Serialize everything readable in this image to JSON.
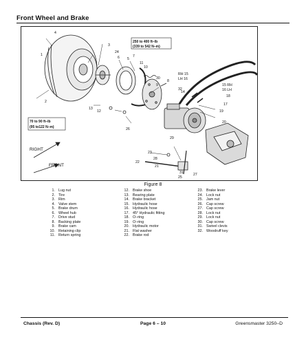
{
  "header": {
    "title": "Front Wheel and Brake"
  },
  "figure": {
    "caption": "Figure 8",
    "torque_top_1": "250 to 400 ft–lb",
    "torque_top_2": "(339 to 542 N–m)",
    "torque_left_1": "70 to 90 ft–lb",
    "torque_left_2": "(95 to122 N–m)",
    "direction_right": "RIGHT",
    "direction_front": "FRONT",
    "callouts": {
      "c1": "1",
      "c2": "2",
      "c3": "3",
      "c4": "4",
      "c5": "5",
      "c6": "6",
      "c7": "7",
      "c8": "8",
      "c9": "9",
      "c10": "10",
      "c11": "11",
      "c12": "12",
      "c13": "13",
      "c14": "14",
      "c15rh": "RH 15",
      "c16lh": "LH 16",
      "c15rh_b": "15 RH",
      "c16lh_b": "16 LH",
      "c17": "17",
      "c18": "18",
      "c19": "19",
      "c20": "20",
      "c21": "21",
      "c22": "22",
      "c23": "23",
      "c24": "24",
      "c25": "25",
      "c26": "26",
      "c27": "27",
      "c28": "28",
      "c29": "29",
      "c30": "30",
      "c31": "31",
      "c32": "32"
    }
  },
  "legend": {
    "col1": [
      {
        "num": "1.",
        "label": "Lug nut"
      },
      {
        "num": "2.",
        "label": "Tire"
      },
      {
        "num": "3.",
        "label": "Rim"
      },
      {
        "num": "4.",
        "label": "Valve stem"
      },
      {
        "num": "5.",
        "label": "Brake drum"
      },
      {
        "num": "6.",
        "label": "Wheel hub"
      },
      {
        "num": "7.",
        "label": "Drive stud"
      },
      {
        "num": "8.",
        "label": "Backing plate"
      },
      {
        "num": "9.",
        "label": "Brake cam"
      },
      {
        "num": "10.",
        "label": "Retaining clip"
      },
      {
        "num": "11.",
        "label": "Return spring"
      }
    ],
    "col2": [
      {
        "num": "12.",
        "label": "Brake shoe"
      },
      {
        "num": "13.",
        "label": "Bearing plate"
      },
      {
        "num": "14.",
        "label": "Brake bracket"
      },
      {
        "num": "15.",
        "label": "Hydraulic hose"
      },
      {
        "num": "16.",
        "label": "Hydraulic hose"
      },
      {
        "num": "17.",
        "label": "45° Hydraulic fitting"
      },
      {
        "num": "18.",
        "label": "O–ring"
      },
      {
        "num": "19.",
        "label": "O–ring"
      },
      {
        "num": "20.",
        "label": "Hydraulic motor"
      },
      {
        "num": "21.",
        "label": "Flat washer"
      },
      {
        "num": "22.",
        "label": "Brake rod"
      }
    ],
    "col3": [
      {
        "num": "23.",
        "label": "Brake lever"
      },
      {
        "num": "24.",
        "label": "Lock nut"
      },
      {
        "num": "25.",
        "label": "Jam nut"
      },
      {
        "num": "26.",
        "label": "Cap screw"
      },
      {
        "num": "27.",
        "label": "Cap screw"
      },
      {
        "num": "28.",
        "label": "Lock nut"
      },
      {
        "num": "29.",
        "label": "Lock nut"
      },
      {
        "num": "30.",
        "label": "Cap screw"
      },
      {
        "num": "31.",
        "label": "Swivel clevis"
      },
      {
        "num": "32.",
        "label": "Woodruff key"
      }
    ]
  },
  "footer": {
    "left": "Chassis (Rev. D)",
    "center": "Page 6 – 10",
    "right": "Greensmaster 3250–D"
  }
}
